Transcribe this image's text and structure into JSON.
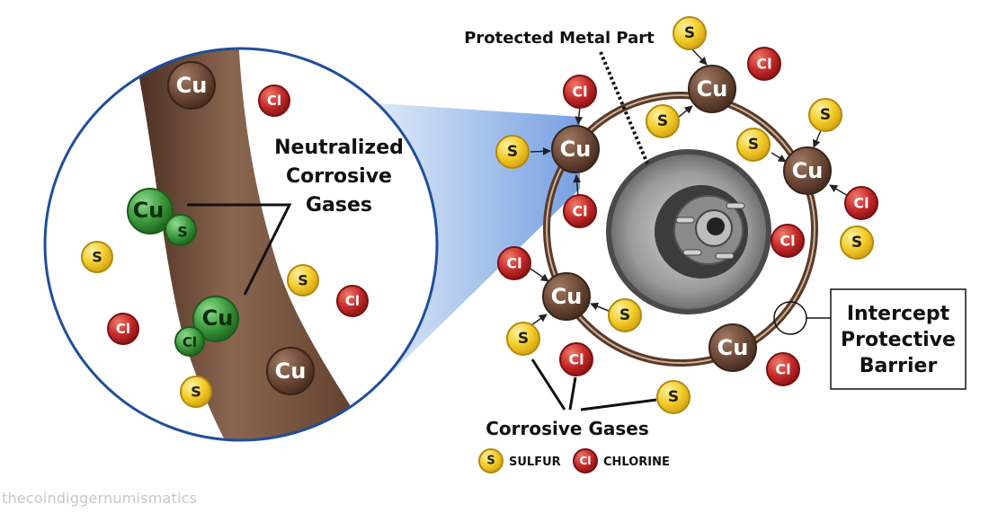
{
  "labels": {
    "protected_metal_part": "Protected Metal Part",
    "neutralized_1": "Neutralized",
    "neutralized_2": "Corrosive",
    "neutralized_3": "Gases",
    "intercept_1": "Intercept",
    "intercept_2": "Protective",
    "intercept_3": "Barrier",
    "corrosive_gases": "Corrosive Gases"
  },
  "legend": {
    "sulfur_symbol": "S",
    "sulfur_label": "SULFUR",
    "chlorine_symbol": "Cl",
    "chlorine_label": "CHLORINE"
  },
  "atoms": {
    "copper": "Cu",
    "sulfur": "S",
    "chlorine": "Cl"
  },
  "watermark": "thecoindiggernumismatics",
  "colors": {
    "copper_fill": "#6e4a38",
    "sulfur_fill": "#f2cc2b",
    "chlorine_fill": "#c62a2a",
    "neutralized_green": "#3e9a3e",
    "barrier_brown": "#6b4a36",
    "zoom_blue": "#2a5aa0"
  }
}
